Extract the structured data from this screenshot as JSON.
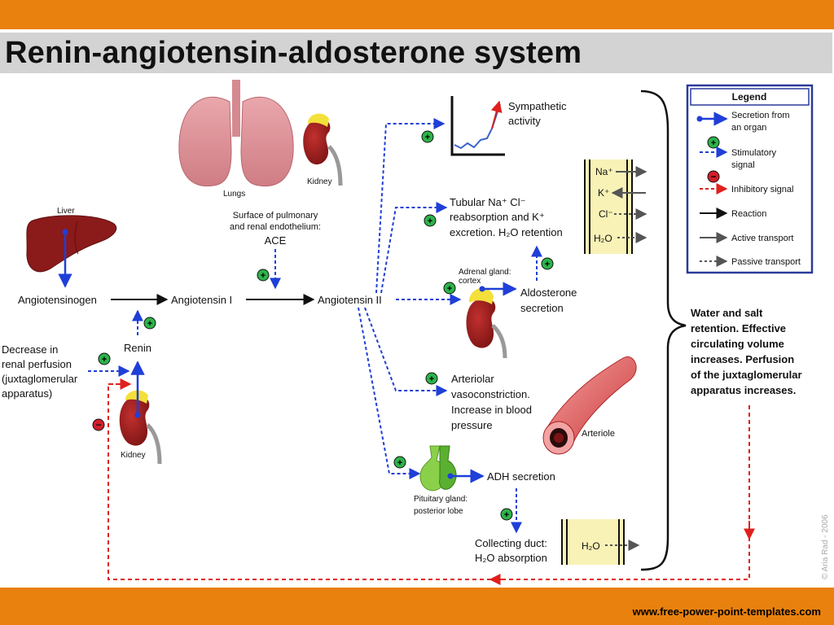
{
  "title": "Renin-angiotensin-aldosterone system",
  "footer": "www.free-power-point-templates.com",
  "copyright": "© Aria Rad - 2006",
  "organs": {
    "liver": "Liver",
    "lungs": "Lungs",
    "kidney_top": "Kidney",
    "kidney_bottom": "Kidney",
    "arteriole": "Arteriole",
    "adrenal_line1": "Adrenal gland:",
    "adrenal_line2": "cortex",
    "pituitary_line1": "Pituitary gland:",
    "pituitary_line2": "posterior lobe"
  },
  "pathway": {
    "angiotensinogen": "Angiotensinogen",
    "angiotensin1": "Angiotensin I",
    "angiotensin2": "Angiotensin II",
    "renin": "Renin",
    "surface_line1": "Surface of pulmonary",
    "surface_line2": "and renal endothelium:",
    "ace": "ACE",
    "decrease_lines": [
      "Decrease in",
      "renal perfusion",
      "(juxtaglomerular",
      "apparatus)"
    ]
  },
  "effects": {
    "sympathetic": [
      "Sympathetic",
      "activity"
    ],
    "tubular": [
      "Tubular Na⁺ Cl⁻",
      "reabsorption and K⁺",
      "excretion. H₂O retention"
    ],
    "aldosterone": [
      "Aldosterone",
      "secretion"
    ],
    "arteriolar": [
      "Arteriolar",
      "vasoconstriction.",
      "Increase in blood",
      "pressure"
    ],
    "adh": "ADH secretion",
    "collecting": [
      "Collecting duct:",
      "H₂O absorption"
    ],
    "result": [
      "Water and salt",
      "retention. Effective",
      "circulating volume",
      "increases. Perfusion",
      "of the juxtaglomerular",
      "apparatus increases."
    ]
  },
  "ions": {
    "na": "Na⁺",
    "k": "K⁺",
    "cl": "Cl⁻",
    "h2o": "H₂O",
    "h2o_duct": "H₂O"
  },
  "legend": {
    "title": "Legend",
    "items": [
      {
        "label_lines": [
          "Secretion from",
          "an organ"
        ],
        "icon": "secretion-arrow"
      },
      {
        "label_lines": [
          "Stimulatory",
          "signal"
        ],
        "icon": "stimulatory-arrow"
      },
      {
        "label_lines": [
          "Inhibitory signal"
        ],
        "icon": "inhibitory-arrow"
      },
      {
        "label_lines": [
          "Reaction"
        ],
        "icon": "reaction-arrow"
      },
      {
        "label_lines": [
          "Active transport"
        ],
        "icon": "active-transport-arrow"
      },
      {
        "label_lines": [
          "Passive transport"
        ],
        "icon": "passive-transport-arrow"
      }
    ]
  },
  "symbols": {
    "plus": "+",
    "minus": "−"
  },
  "colors": {
    "band": "#e8810e",
    "title_bar": "#d3d3d3",
    "stimulatory": "#1f3fd8",
    "inhibitory": "#e0201c",
    "secretion": "#1f3fd8",
    "plus_badge": "#2db34a",
    "minus_badge": "#d0202a"
  }
}
